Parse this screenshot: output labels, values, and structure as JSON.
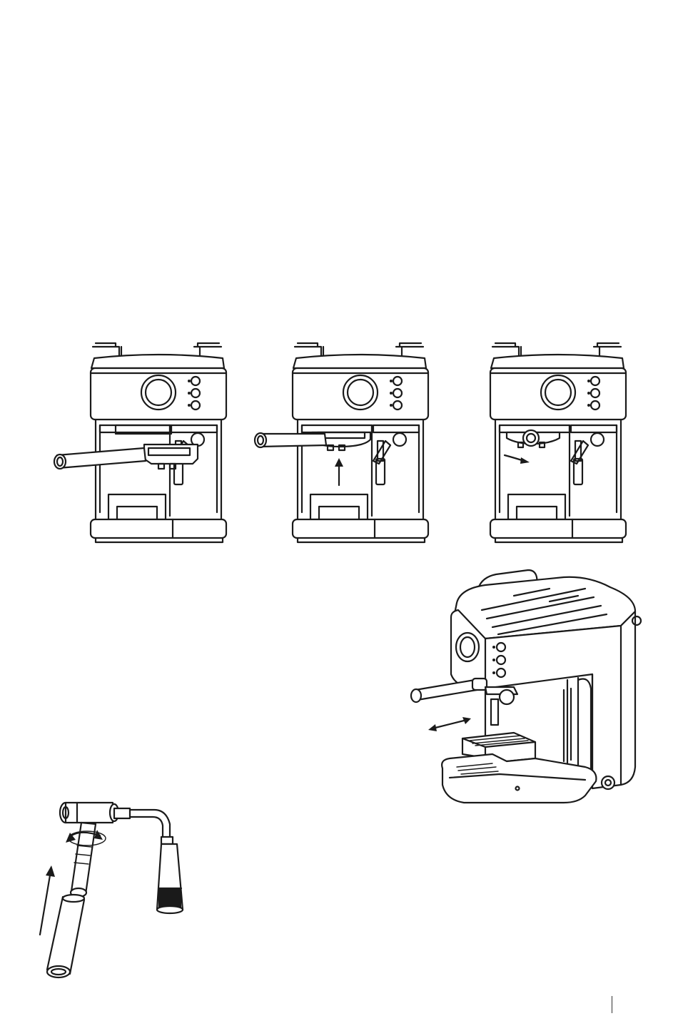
{
  "illustrations": [
    {
      "id": "front-portafilter-insert",
      "icon": "espresso-machine-front-portafilter-out"
    },
    {
      "id": "front-portafilter-lift",
      "icon": "espresso-machine-front-portafilter-up"
    },
    {
      "id": "front-portafilter-lock",
      "icon": "espresso-machine-front-portafilter-rotate"
    },
    {
      "id": "iso-drip-tray",
      "icon": "espresso-machine-isometric-drip-tray"
    },
    {
      "id": "steam-wand-parts",
      "icon": "steam-wand-assembly"
    }
  ]
}
